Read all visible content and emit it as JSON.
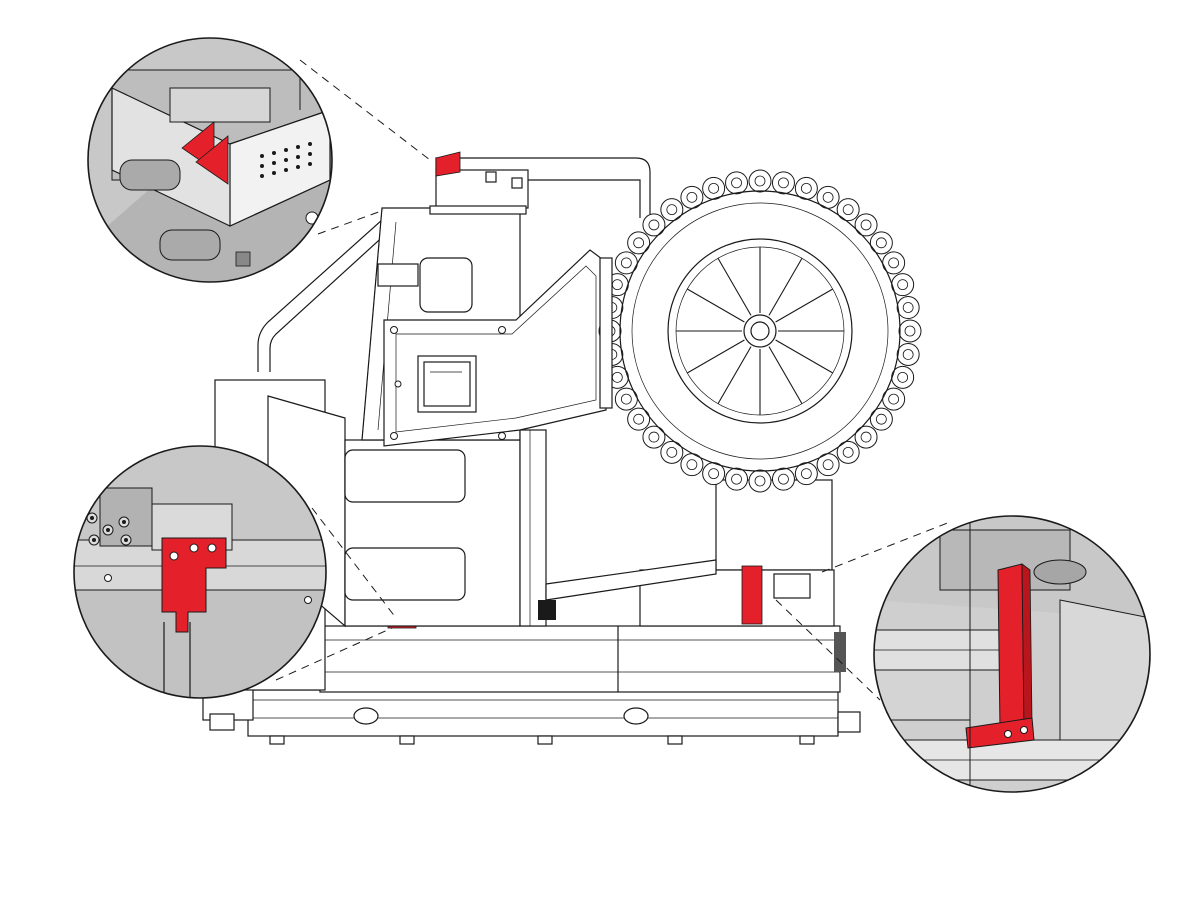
{
  "colors": {
    "highlight": "#e4202a",
    "line": "#1a1a1a",
    "shade": "#c8c8c8",
    "shade_dark": "#a8a8a8",
    "paper": "#ffffff"
  },
  "callouts": [
    {
      "id": "top-left",
      "part": "red-arrow-marker"
    },
    {
      "id": "mid-left",
      "part": "red-bracket"
    },
    {
      "id": "right",
      "part": "red-support-post"
    }
  ],
  "tool_carousel": {
    "pocket_count": 40
  }
}
